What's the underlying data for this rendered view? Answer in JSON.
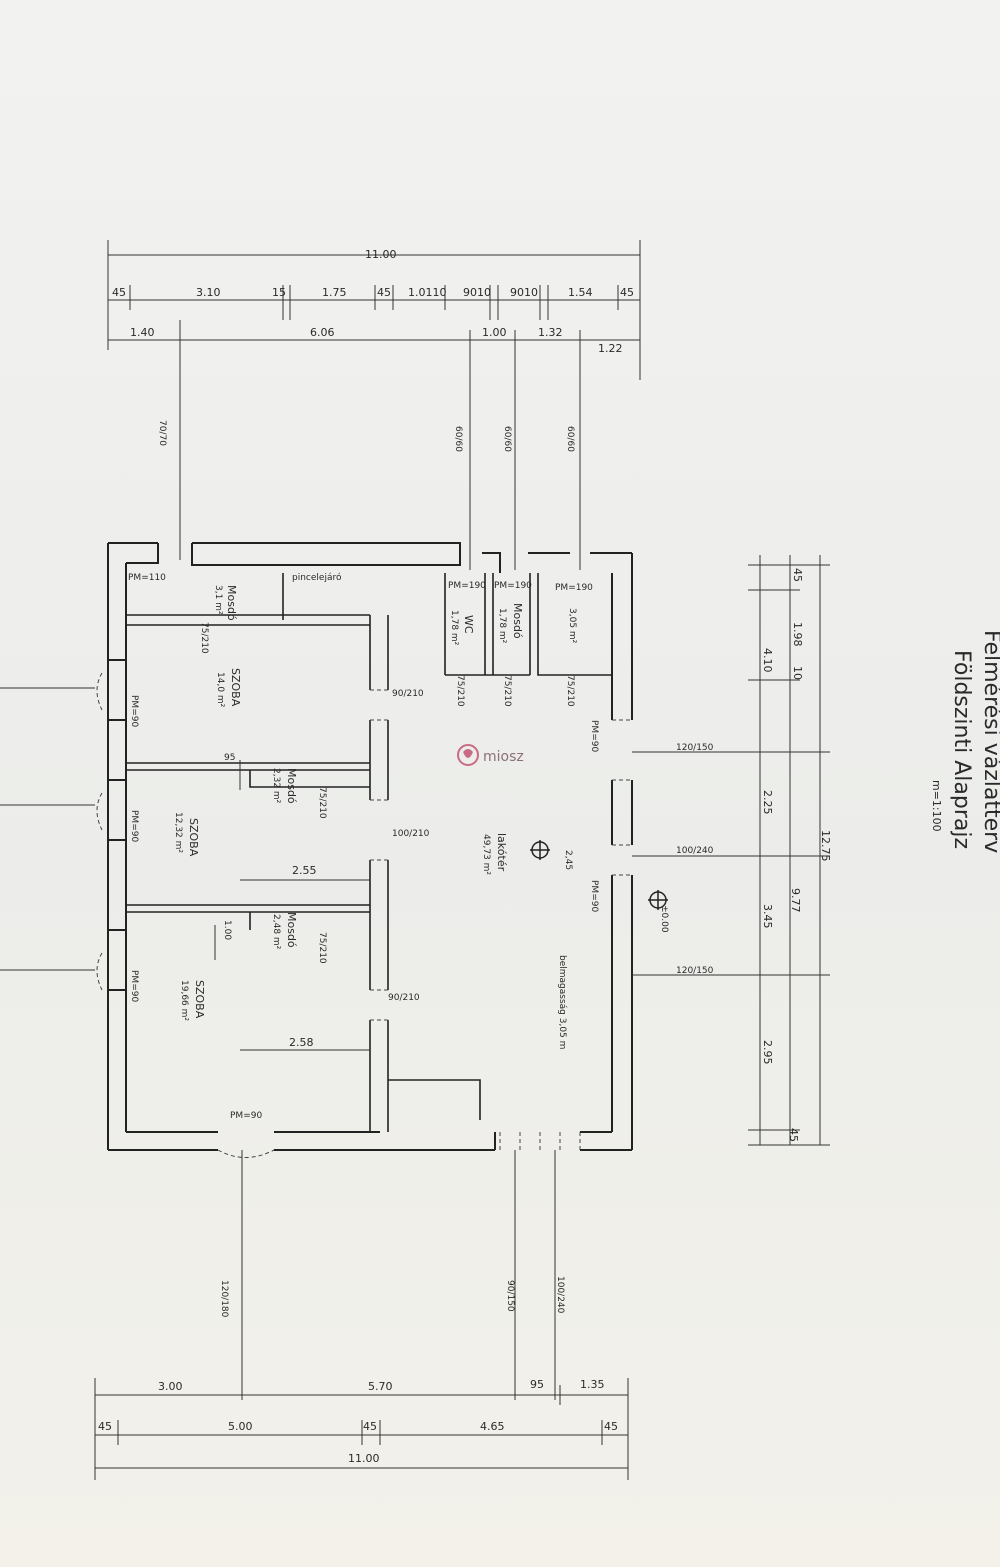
{
  "title": {
    "line1": "Felmérési vázlatterv",
    "line2": "Földszinti Alaprajz",
    "scale": "m=1:100"
  },
  "watermark": "miosz",
  "dims_top": {
    "total": "11.00",
    "row1": [
      "45",
      "3.10",
      "15",
      "1.75",
      "45",
      "1.0110",
      "9010",
      "9010",
      "1.54",
      "45"
    ],
    "row2": [
      "1.40",
      "6.06",
      "1.00",
      "1.32",
      "1.22"
    ],
    "openings": [
      "70/70",
      "60/60",
      "60/60",
      "60/60"
    ]
  },
  "dims_bottom": {
    "total": "11.00",
    "row1": [
      "3.00",
      "5.70",
      "95",
      "1.35"
    ],
    "row2": [
      "45",
      "5.00",
      "45",
      "4.65",
      "45"
    ],
    "openings": [
      "120/180",
      "90/150",
      "100/240"
    ]
  },
  "dims_right": {
    "total": "12.75",
    "overall": "9.77",
    "inner1": [
      "45",
      "1.98",
      "10",
      "4.10",
      "2.25",
      "3.45",
      "2.95",
      "45"
    ],
    "openings": [
      "120/150",
      "100/240",
      "120/150"
    ]
  },
  "rooms": {
    "mosdo_top": {
      "name": "Mosdó",
      "area": "3,1 m²"
    },
    "pincelejaro": "pincelejáró",
    "szoba1": {
      "name": "SZOBA",
      "area": "14,0 m²"
    },
    "mosdo_mid": {
      "name": "Mosdó",
      "area": "2,32 m²"
    },
    "szoba2": {
      "name": "SZOBA",
      "area": "12,32 m²"
    },
    "mosdo_low": {
      "name": "Mosdó",
      "area": "2,48 m²"
    },
    "szoba3": {
      "name": "SZOBA",
      "area": "19,66 m²"
    },
    "wc": {
      "name": "WC",
      "area": "1,78 m²"
    },
    "mosdo_r": {
      "name": "Mosdó",
      "area": "1,78 m²"
    },
    "kamra": {
      "area": "3,05 m²"
    },
    "lakoter": {
      "name": "lakótér",
      "area": "49,73 m²"
    },
    "height_note": "belmagasság 3,05 m"
  },
  "labels": {
    "pm110": "PM=110",
    "pm190": "PM=190",
    "pm90": "PM=90",
    "d75_210": "75/210",
    "d90_210": "90/210",
    "d100_210": "100/210",
    "len255": "2.55",
    "len258": "2.58",
    "len95": "95",
    "len100": "1.00",
    "lvl245": "2,45",
    "lvl000": "±0.00"
  }
}
